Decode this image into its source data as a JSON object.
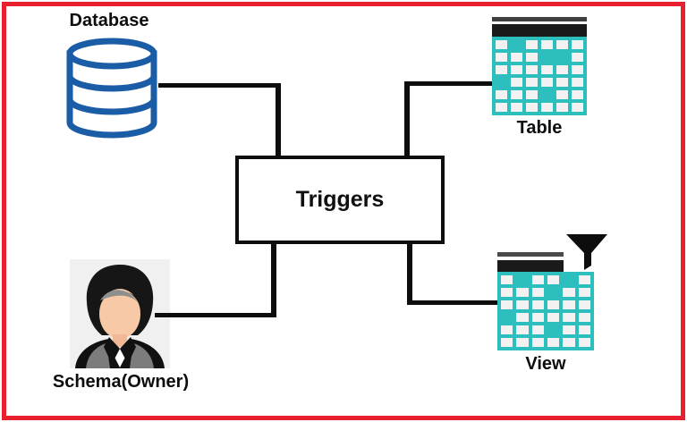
{
  "page": {
    "type": "diagram",
    "title": "Triggers relationship diagram",
    "frame_color": "#e81f2c",
    "background": "#ffffff"
  },
  "diagram": {
    "center": {
      "label": "Triggers"
    },
    "nodes": [
      {
        "id": "database",
        "label": "Database",
        "icon": "database-cylinder-icon",
        "icon_color": "#1b5ca7",
        "position": "top-left"
      },
      {
        "id": "table",
        "label": "Table",
        "icon": "table-grid-icon",
        "icon_color": "#2cbfbe",
        "position": "top-right"
      },
      {
        "id": "schema",
        "label": "Schema(Owner)",
        "icon": "person-avatar-icon",
        "icon_color": "#1a1a1a",
        "position": "bottom-left"
      },
      {
        "id": "view",
        "label": "View",
        "icon": "table-grid-filter-icon",
        "icon_color": "#2cbfbe",
        "position": "bottom-right"
      }
    ],
    "connections": [
      {
        "from": "database",
        "to": "triggers",
        "style": "elbow"
      },
      {
        "from": "triggers",
        "to": "table",
        "style": "elbow"
      },
      {
        "from": "schema",
        "to": "triggers",
        "style": "elbow"
      },
      {
        "from": "triggers",
        "to": "view",
        "style": "elbow"
      }
    ]
  },
  "icons": {
    "table": {
      "pattern": [
        [
          1,
          0,
          1,
          1,
          1,
          1
        ],
        [
          1,
          1,
          1,
          0,
          0,
          1
        ],
        [
          1,
          1,
          1,
          1,
          1,
          1
        ],
        [
          0,
          1,
          1,
          1,
          1,
          1
        ],
        [
          1,
          1,
          1,
          0,
          1,
          1
        ],
        [
          1,
          1,
          1,
          1,
          1,
          1
        ]
      ]
    },
    "view": {
      "pattern": [
        [
          1,
          0,
          1,
          1,
          0,
          1
        ],
        [
          1,
          1,
          1,
          0,
          1,
          1
        ],
        [
          1,
          1,
          1,
          1,
          1,
          1
        ],
        [
          0,
          1,
          1,
          1,
          1,
          1
        ],
        [
          1,
          1,
          1,
          0,
          1,
          1
        ],
        [
          1,
          1,
          1,
          1,
          1,
          1
        ]
      ]
    }
  },
  "colors": {
    "frame_red": "#e81f2c",
    "line_black": "#0d0d0d",
    "database_blue": "#1b5ca7",
    "teal": "#2cbfbe",
    "header_bar_dark": "#1a1a1a",
    "header_bar_gray": "#454545",
    "cell_light": "#f2f2f2",
    "avatar_background": "#f0f0f0",
    "skin_tone": "#f7c9a6",
    "suit_gray": "#7c7c7c"
  }
}
